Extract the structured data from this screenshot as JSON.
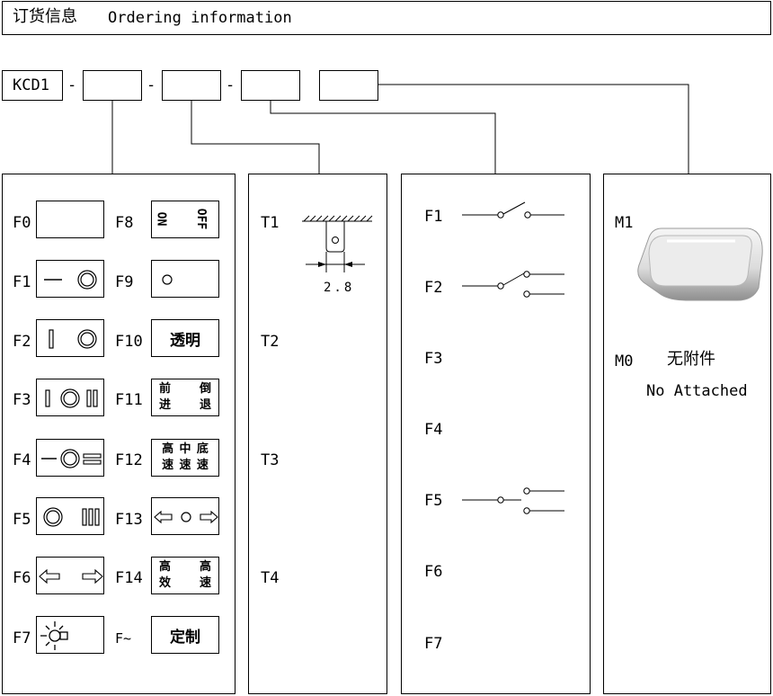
{
  "header": {
    "title_cn": "订货信息",
    "title_en": "Ordering information"
  },
  "code": {
    "prefix": "KCD1",
    "sep": "-"
  },
  "col1": {
    "left": [
      {
        "code": "F0",
        "icon": "blank"
      },
      {
        "code": "F1",
        "icon": "dash-circle"
      },
      {
        "code": "F2",
        "icon": "bar-circle"
      },
      {
        "code": "F3",
        "icon": "bar-circle-double-bar"
      },
      {
        "code": "F4",
        "icon": "dash-circle-double-dash"
      },
      {
        "code": "F5",
        "icon": "circle-triple-bar"
      },
      {
        "code": "F6",
        "icon": "left-right-arrows"
      },
      {
        "code": "F7",
        "icon": "lamp"
      }
    ],
    "right": [
      {
        "code": "F8",
        "icon": "on-off",
        "on": "ON",
        "off": "OFF"
      },
      {
        "code": "F9",
        "icon": "small-circle"
      },
      {
        "code": "F10",
        "text": "透明"
      },
      {
        "code": "F11",
        "grid": [
          "前",
          "倒",
          "进",
          "退"
        ]
      },
      {
        "code": "F12",
        "grid": [
          "高",
          "中",
          "底",
          "速",
          "速",
          "速"
        ]
      },
      {
        "code": "F13",
        "icon": "arrow-circle-arrow"
      },
      {
        "code": "F14",
        "grid": [
          "高",
          "高",
          "效",
          "速"
        ]
      },
      {
        "code": "F~",
        "text": "定制"
      }
    ]
  },
  "col2": {
    "items": [
      "T1",
      "T2",
      "T3",
      "T4"
    ],
    "dimension": "2.8"
  },
  "col3": {
    "items": [
      "F1",
      "F2",
      "F3",
      "F4",
      "F5",
      "F6",
      "F7"
    ]
  },
  "col4": {
    "m1": "M1",
    "m0": "M0",
    "m0_cn": "无附件",
    "m0_en": "No Attached"
  }
}
